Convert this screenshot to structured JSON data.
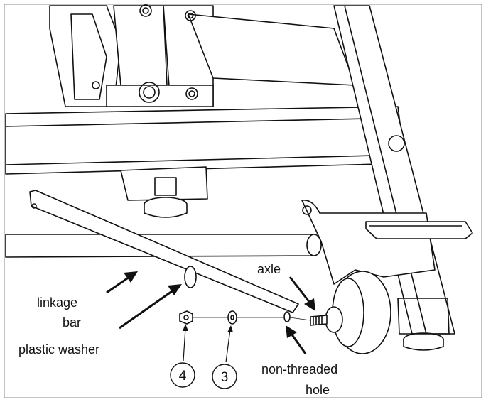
{
  "labels": {
    "linkage_bar_line1": "linkage",
    "linkage_bar_line2": "bar",
    "plastic_washer": "plastic washer",
    "axle": "axle",
    "non_threaded_hole_line1": "non-threaded",
    "non_threaded_hole_line2": "hole"
  },
  "callouts": {
    "part_4": "4",
    "part_3": "3"
  }
}
